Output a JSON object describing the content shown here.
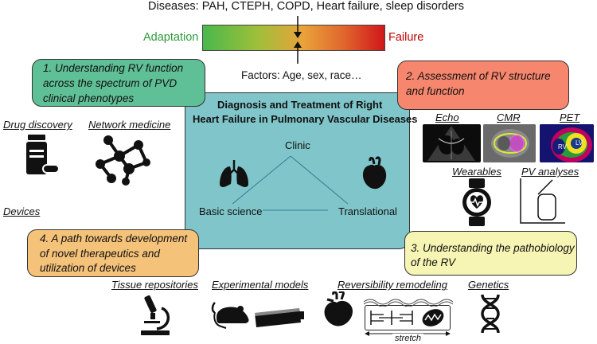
{
  "header": {
    "diseases": "Diseases: PAH, CTEPH, COPD, Heart failure, sleep disorders",
    "adaptation": "Adaptation",
    "failure": "Failure",
    "factors": "Factors: Age, sex, race…",
    "colors": {
      "adaptation": "#2e9a3a",
      "failure": "#c00000",
      "gradient_start": "#44b84a",
      "gradient_mid": "#e8a235",
      "gradient_end": "#d01a1a"
    }
  },
  "boxes": {
    "box1": {
      "lines": [
        "1. Understanding RV function",
        "across the spectrum of PVD",
        "clinical phenotypes"
      ],
      "color": "#5fbf96"
    },
    "box2": {
      "lines": [
        "2. Assessment of RV structure",
        "and function"
      ],
      "color": "#f6866d"
    },
    "box3": {
      "lines": [
        "3. Understanding the pathobiology",
        "of the RV"
      ],
      "color": "#f6f5b4"
    },
    "box4": {
      "lines": [
        "4. A path towards development",
        "of novel therapeutics and",
        "utilization of devices"
      ],
      "color": "#f5c27a"
    }
  },
  "center": {
    "title_lines": [
      "Diagnosis and Treatment of Right",
      "Heart Failure in Pulmonary Vascular Diseases"
    ],
    "clinic": "Clinic",
    "basic_science": "Basic science",
    "translational": "Translational",
    "color": "#7fc5c9"
  },
  "left": {
    "drug_discovery": "Drug discovery",
    "network_medicine": "Network medicine",
    "devices": "Devices"
  },
  "right": {
    "echo": "Echo",
    "cmr": "CMR",
    "pet": "PET",
    "wearables": "Wearables",
    "pv_analyses": "PV analyses",
    "pet_rv": "RV",
    "pet_lv": "LV"
  },
  "bottom": {
    "tissue_repositories": "Tissue repositories",
    "experimental_models": "Experimental models",
    "reversibility_remodeling": "Reversibility remodeling",
    "genetics": "Genetics",
    "stretch": "stretch"
  },
  "icons": [
    "pill-bottle-icon",
    "network-icon",
    "lungs-icon",
    "heart-icon",
    "smartwatch-icon",
    "pv-loop-icon",
    "microscope-icon",
    "rat-icon",
    "bioreactor-icon",
    "anatomical-heart-icon",
    "sarcomere-icon",
    "mitochondrion-icon",
    "dna-icon"
  ]
}
